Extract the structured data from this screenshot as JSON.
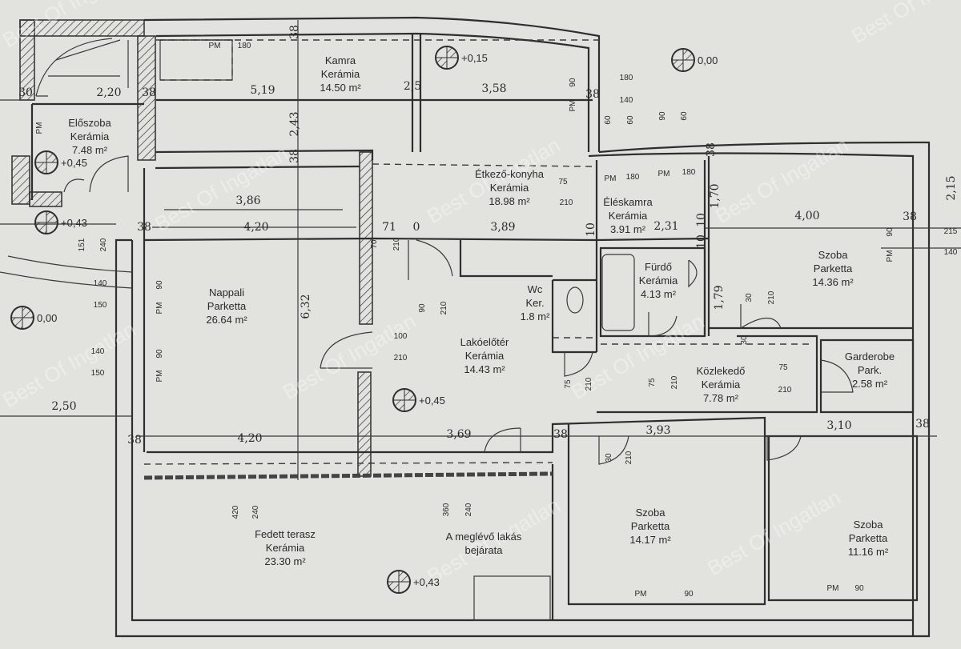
{
  "title": "Alaprajz",
  "watermark": "Best Of Ingatlan",
  "rooms": [
    {
      "name": "Előszoba",
      "floor": "Kerámia",
      "area": "7.48 m²"
    },
    {
      "name": "Kamra",
      "floor": "Kerámia",
      "area": "14.50 m²"
    },
    {
      "name": "Étkező-konyha",
      "floor": "Kerámia",
      "area": "18.98 m²"
    },
    {
      "name": "Éléskamra",
      "floor": "Kerámia",
      "area": "3.91 m²"
    },
    {
      "name": "Nappali",
      "floor": "Parketta",
      "area": "26.64 m²"
    },
    {
      "name": "Wc",
      "floor": "Ker.",
      "area": "1.8 m²"
    },
    {
      "name": "Fürdő",
      "floor": "Kerámia",
      "area": "4.13 m²"
    },
    {
      "name": "Szoba",
      "floor": "Parketta",
      "area": "14.36 m²"
    },
    {
      "name": "Lakóelőtér",
      "floor": "Kerámia",
      "area": "14.43 m²"
    },
    {
      "name": "Közlekedő",
      "floor": "Kerámia",
      "area": "7.78 m²"
    },
    {
      "name": "Garderobe",
      "floor": "Park.",
      "area": "2.58 m²"
    },
    {
      "name": "Szoba",
      "floor": "Parketta",
      "area": "14.17 m²"
    },
    {
      "name": "Szoba",
      "floor": "Parketta",
      "area": "11.16 m²"
    },
    {
      "name": "Fedett terasz",
      "floor": "Kerámia",
      "area": "23.30 m²"
    }
  ],
  "entrance": {
    "line1": "A meglévő lakás",
    "line2": "bejárata"
  },
  "levels": [
    "+0,15",
    "0,00",
    "+0,45",
    "+0,43",
    "0,00",
    "+0,45",
    "+0,43"
  ],
  "dimensions": [
    "38",
    "PM",
    "180",
    "5,19",
    "2,20",
    "38",
    "30",
    "2,43",
    "2,5",
    "3,58",
    "90",
    "PM",
    "38",
    "180",
    "140",
    "60",
    "60",
    "90",
    "60",
    "38",
    "3,86",
    "4,20",
    "38",
    "71",
    "0",
    "3,89",
    "75",
    "210",
    "PM",
    "180",
    "PM",
    "180",
    "10",
    "2,31",
    "10",
    "1,70",
    "4,00",
    "38",
    "38",
    "2,15",
    "215",
    "140",
    "90",
    "PM",
    "1,79",
    "10",
    "30",
    "210",
    "140",
    "150",
    "PM",
    "90",
    "6,32",
    "70",
    "210",
    "90",
    "210",
    "100",
    "210",
    "140",
    "150",
    "90",
    "PM",
    "75",
    "210",
    "75",
    "210",
    "75",
    "210",
    "30",
    "2,50",
    "38",
    "4,20",
    "3,69",
    "38",
    "3,93",
    "3,10",
    "38",
    "30",
    "210",
    "420",
    "240",
    "360",
    "240",
    "PM",
    "90",
    "PM",
    "90",
    "151",
    "240",
    "PM"
  ]
}
